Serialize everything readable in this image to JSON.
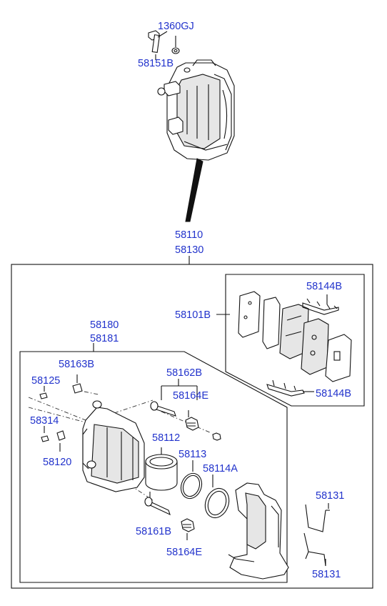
{
  "diagram": {
    "labels": {
      "p1360GJ": "1360GJ",
      "p58151B": "58151B",
      "p58110": "58110",
      "p58130": "58130",
      "p58144B_top": "58144B",
      "p58101B": "58101B",
      "p58144B_bottom": "58144B",
      "p58180": "58180",
      "p58181": "58181",
      "p58163B": "58163B",
      "p58162B": "58162B",
      "p58125": "58125",
      "p58164E_top": "58164E",
      "p58314": "58314",
      "p58112": "58112",
      "p58113": "58113",
      "p58114A": "58114A",
      "p58120": "58120",
      "p58131_top": "58131",
      "p58161B": "58161B",
      "p58164E_bottom": "58164E",
      "p58131_bottom": "58131"
    }
  }
}
